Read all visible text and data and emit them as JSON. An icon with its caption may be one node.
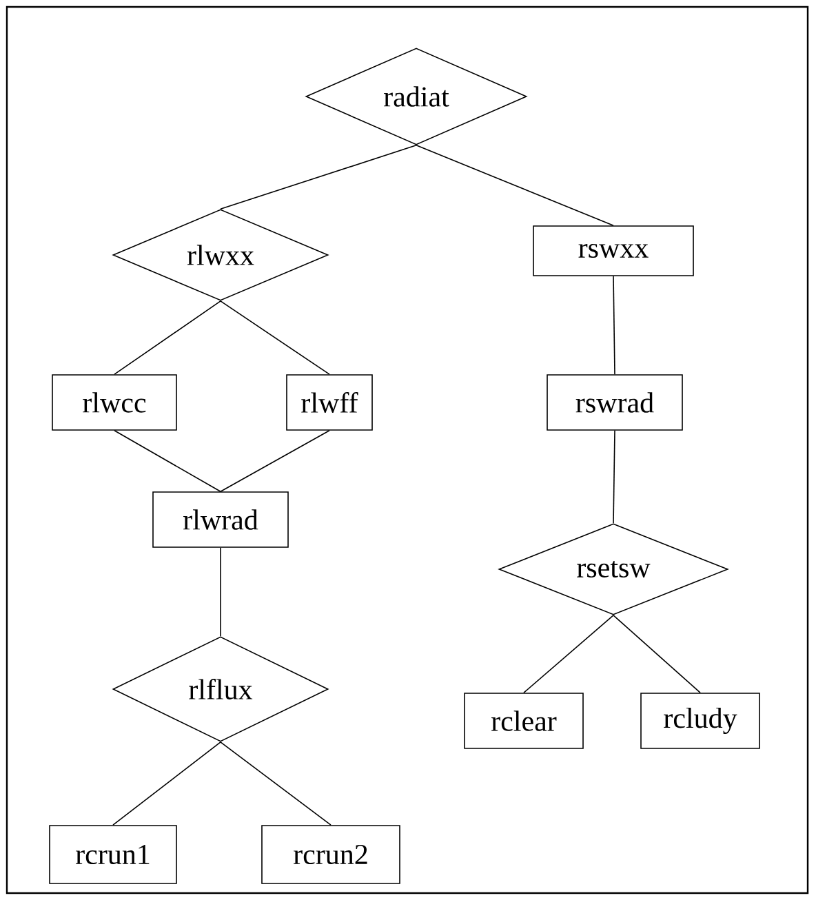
{
  "diagram": {
    "nodes": [
      {
        "text": [
          "radiat"
        ]
      },
      {
        "text": [
          "rlwxx"
        ]
      },
      {
        "text": [
          "rswxx"
        ]
      },
      {
        "text": [
          "rlwcc"
        ]
      },
      {
        "text": [
          "rlwff"
        ]
      },
      {
        "text": [
          "rswrad"
        ]
      },
      {
        "text": [
          "rlwrad"
        ]
      },
      {
        "text": [
          "rsetsw"
        ]
      },
      {
        "text": [
          "rlflux"
        ]
      },
      {
        "text": [
          "rclear"
        ]
      },
      {
        "text": [
          "rcludy"
        ]
      },
      {
        "text": [
          "rcrun1"
        ]
      },
      {
        "text": [
          "rcrun2"
        ]
      }
    ],
    "edges": [
      {
        "from": 0,
        "to": 1,
        "arrow": "none"
      },
      {
        "from": 0,
        "to": 2,
        "arrow": "none"
      },
      {
        "from": 1,
        "to": 3,
        "arrow": "none"
      },
      {
        "from": 1,
        "to": 4,
        "arrow": "none"
      },
      {
        "from": 2,
        "to": 5,
        "arrow": "none"
      },
      {
        "from": 3,
        "to": 6,
        "arrow": "none"
      },
      {
        "from": 4,
        "to": 6,
        "arrow": "none"
      },
      {
        "from": 5,
        "to": 7,
        "arrow": "none"
      },
      {
        "from": 6,
        "to": 8,
        "arrow": "none"
      },
      {
        "from": 7,
        "to": 9,
        "arrow": "none"
      },
      {
        "from": 7,
        "to": 10,
        "arrow": "none"
      },
      {
        "from": 8,
        "to": 11,
        "arrow": "none"
      },
      {
        "from": 8,
        "to": 12,
        "arrow": "none"
      }
    ]
  }
}
